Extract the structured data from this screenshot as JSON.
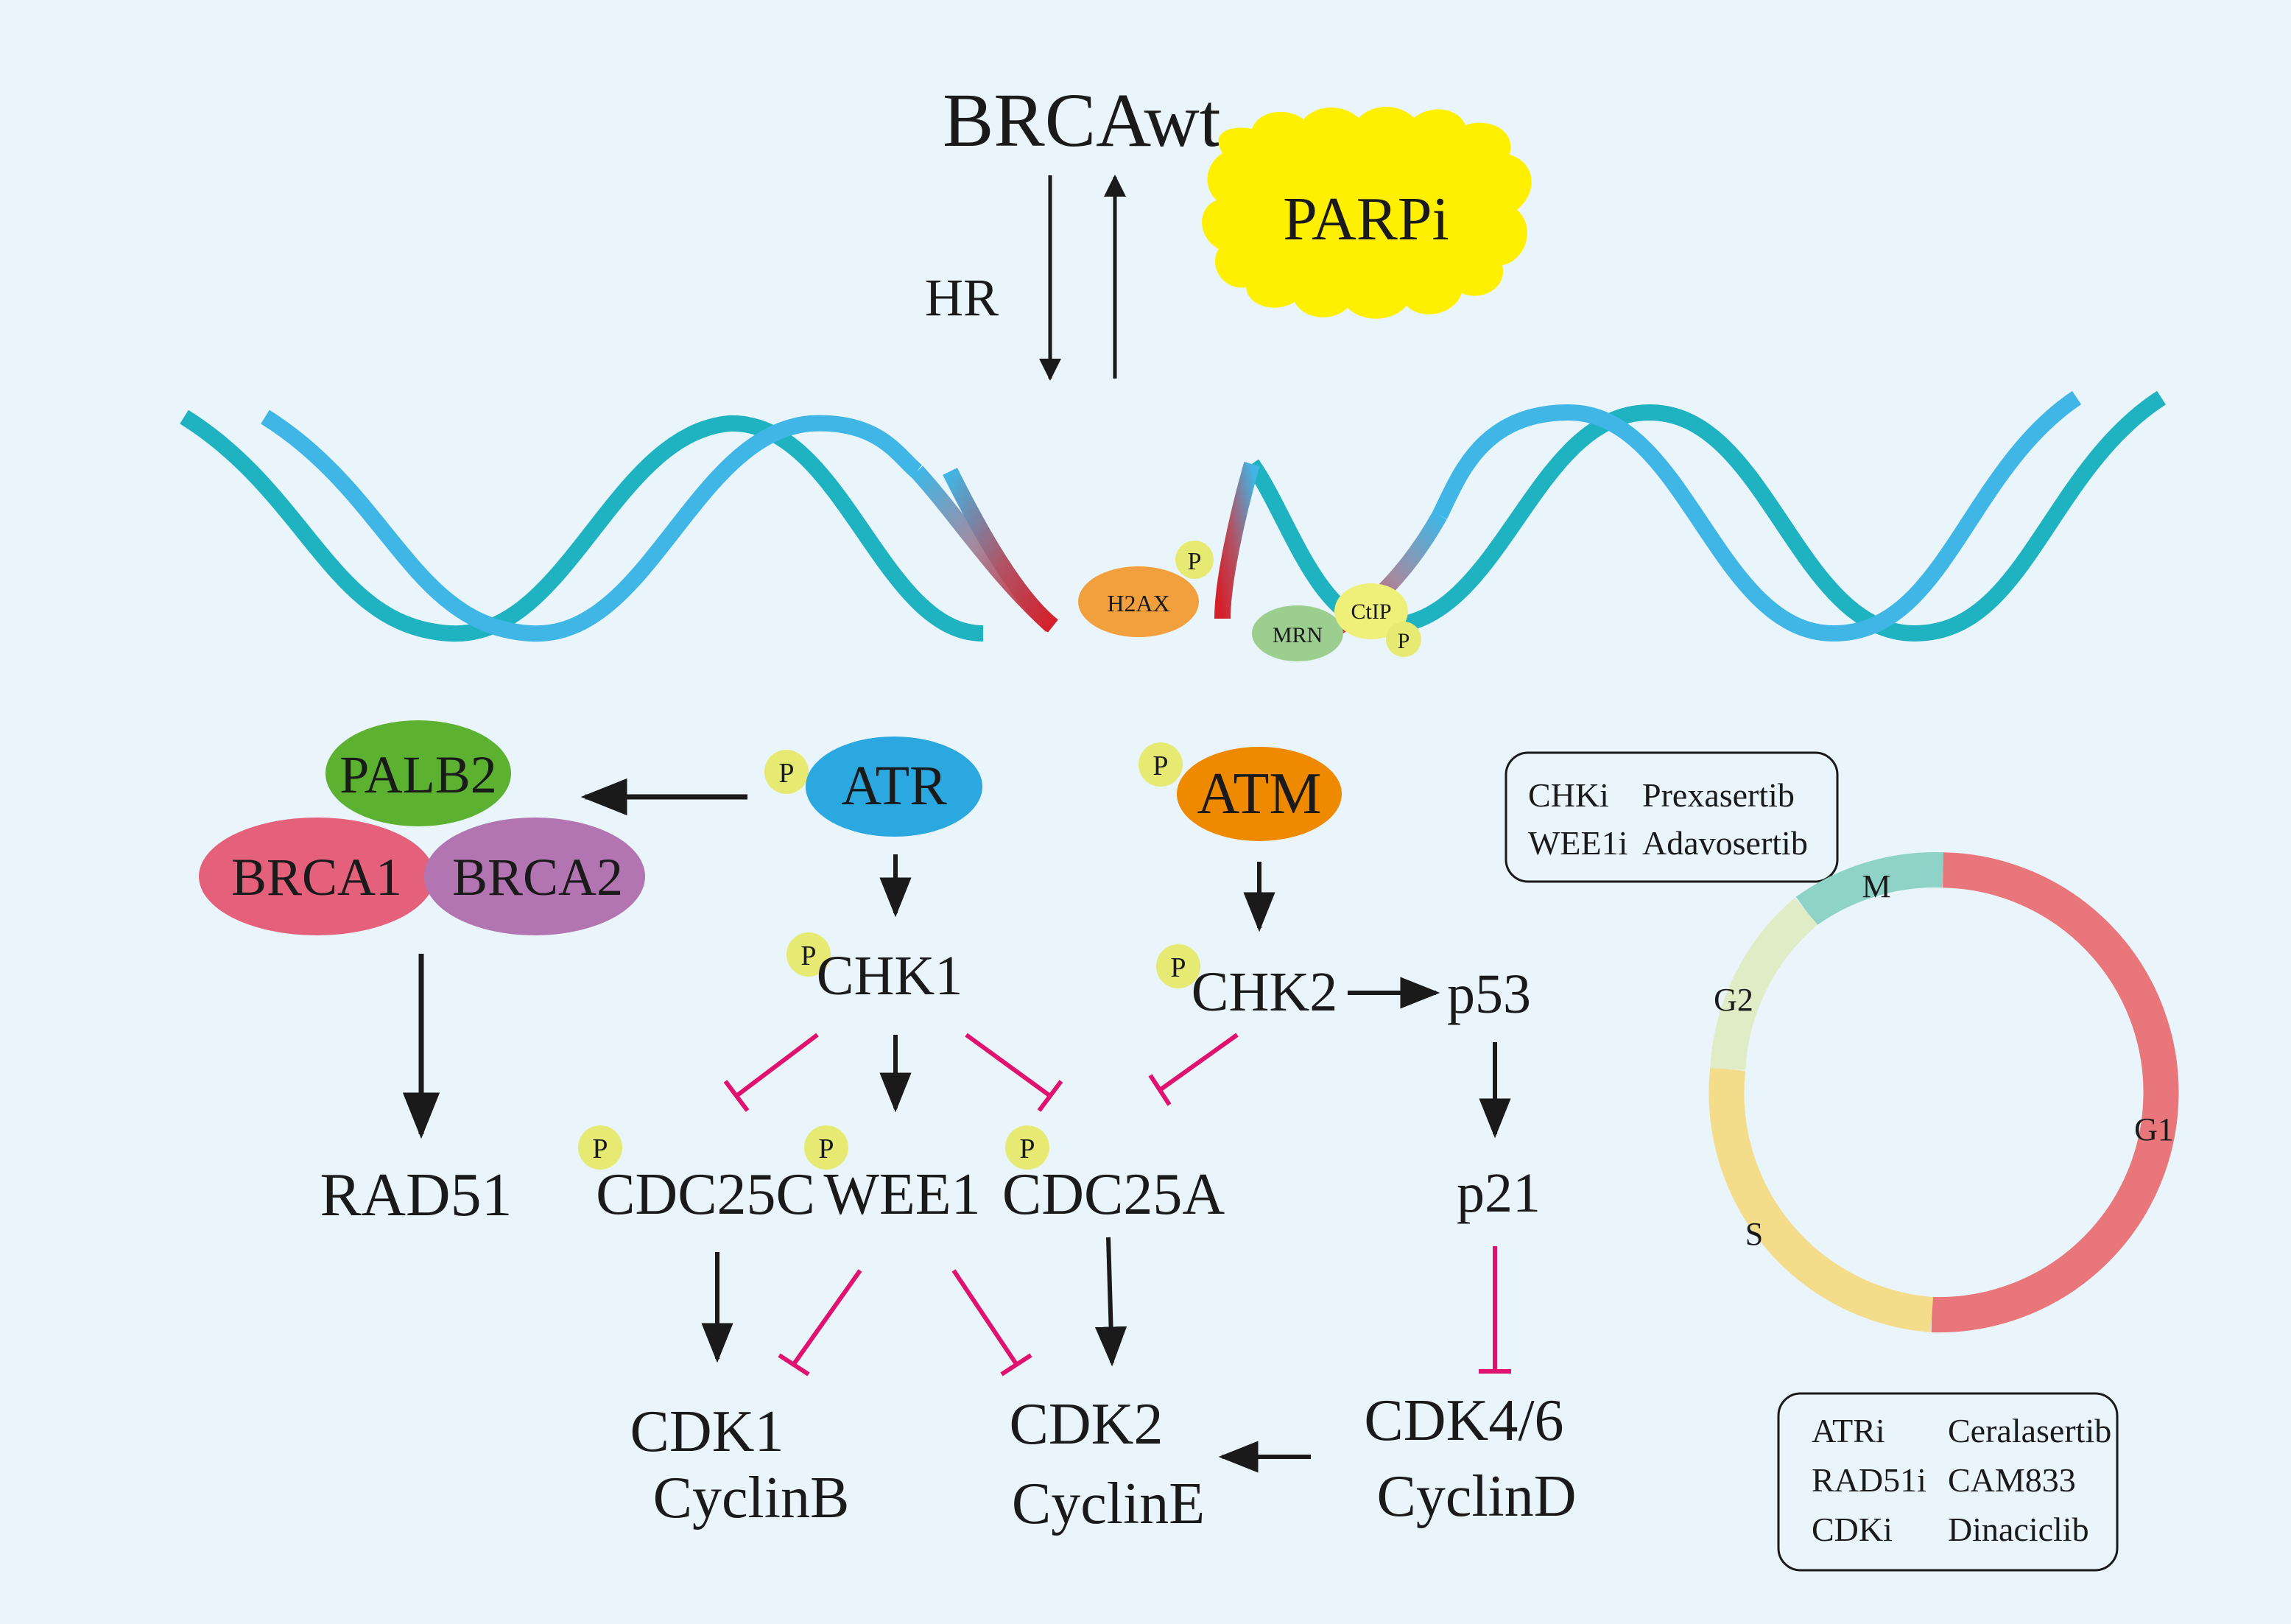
{
  "colors": {
    "background": "#e9f5fb",
    "dna_strand": "#3fb6e6",
    "dna_strand_dark": "#1fb3c2",
    "damage_red": "#d5202a",
    "inhibit_pink": "#e0126f",
    "phospho_yellow": "#e6ea72",
    "parpi_yellow": "#ffef00",
    "h2ax_orange": "#f2a03d",
    "mrn_green": "#9ccf8f",
    "ctip_yellow": "#eef07a",
    "atr_blue": "#2ba8e0",
    "atm_orange": "#ef8a00",
    "palb2_green": "#5db130",
    "brca1_pink": "#e5607a",
    "brca2_purple": "#b374b2",
    "cycle_m": "#8fd3c8",
    "cycle_g2": "#e0ecc6",
    "cycle_s": "#f3dc8a",
    "cycle_g1": "#e8767a"
  },
  "top": {
    "brca_label": "BRCAwt",
    "hr_label": "HR",
    "parpi_label": "PARPi"
  },
  "damage": {
    "h2ax_label": "H2AX",
    "mrn_label": "MRN",
    "ctip_label": "CtIP",
    "phospho_label": "P"
  },
  "nodes": {
    "palb2": "PALB2",
    "brca1": "BRCA1",
    "brca2": "BRCA2",
    "rad51": "RAD51",
    "atr": "ATR",
    "atm": "ATM",
    "chk1": "CHK1",
    "chk2": "CHK2",
    "p53": "p53",
    "p21": "p21",
    "cdc25c": "CDC25C",
    "wee1": "WEE1",
    "cdc25a": "CDC25A",
    "cdk1": "CDK1",
    "cyclinb": "CyclinB",
    "cdk2": "CDK2",
    "cycline": "CyclinE",
    "cdk46": "CDK4/6",
    "cyclind": "CyclinD"
  },
  "drug_box_top": {
    "rows": [
      {
        "target": "CHKi",
        "drug": "Prexasertib"
      },
      {
        "target": "WEE1i",
        "drug": "Adavosertib"
      }
    ]
  },
  "drug_box_bottom": {
    "rows": [
      {
        "target": "ATRi",
        "drug": "Ceralasertib"
      },
      {
        "target": "RAD51i",
        "drug": "CAM833"
      },
      {
        "target": "CDKi",
        "drug": "Dinaciclib"
      }
    ]
  },
  "cell_cycle": {
    "phases": [
      {
        "name": "M",
        "color": "#8fd3c8"
      },
      {
        "name": "G1",
        "color": "#e8767a"
      },
      {
        "name": "S",
        "color": "#f3dc8a"
      },
      {
        "name": "G2",
        "color": "#e0ecc6"
      }
    ]
  }
}
